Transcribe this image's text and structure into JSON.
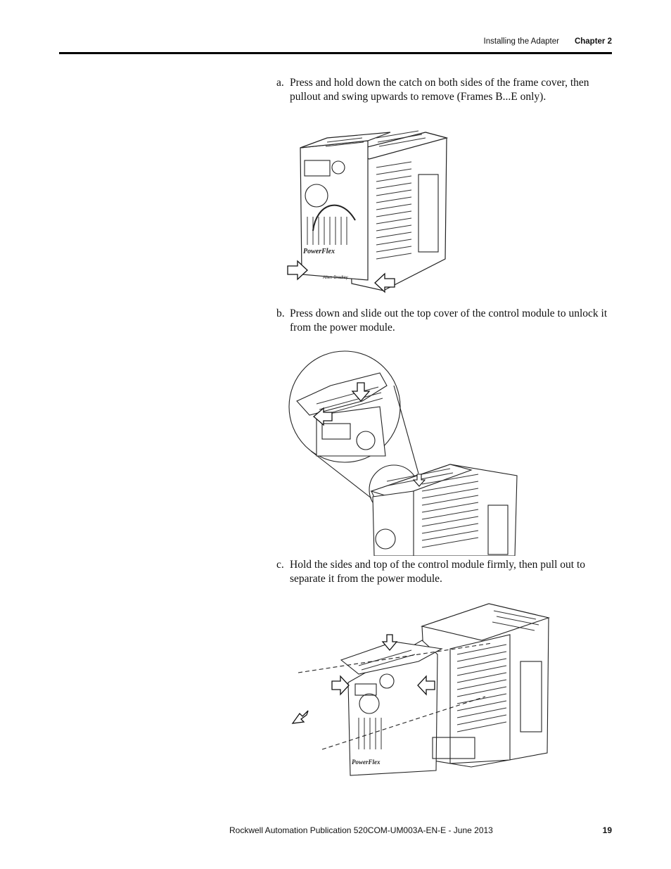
{
  "header": {
    "section": "Installing the Adapter",
    "chapter": "Chapter 2"
  },
  "steps": [
    {
      "letter": "a.",
      "text": "Press and hold down the catch on both sides of the frame cover, then pullout and swing upwards to remove (Frames B...E only)."
    },
    {
      "letter": "b.",
      "text": "Press down and slide out the top cover of the control module to unlock it from the power module."
    },
    {
      "letter": "c.",
      "text": "Hold the sides and top of the control module firmly, then pull out to separate it from the power module."
    }
  ],
  "figure_labels": {
    "brand": "PowerFlex",
    "maker": "Allen-Bradley"
  },
  "footer": {
    "publication": "Rockwell Automation Publication 520COM-UM003A-EN-E - June 2013",
    "page": "19"
  }
}
